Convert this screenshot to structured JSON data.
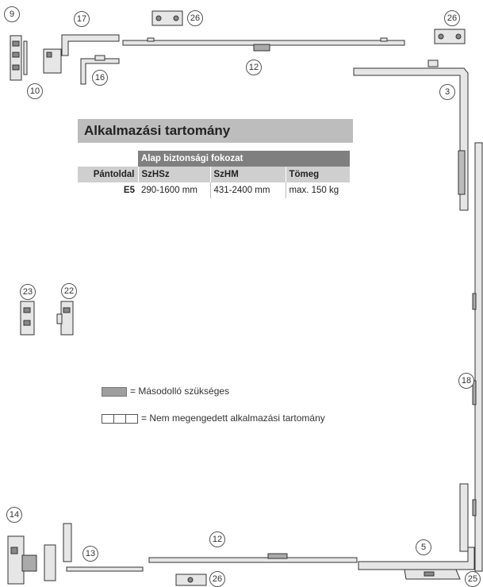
{
  "heading": "Alkalmazási tartomány",
  "table": {
    "group_header": "Alap biztonsági fokozat",
    "row_header": "Pántoldal",
    "columns": [
      "SzHSz",
      "SzHM",
      "Tömeg"
    ],
    "rows": [
      {
        "label": "E5",
        "values": [
          "290-1600 mm",
          "431-2400 mm",
          "max. 150 kg"
        ]
      }
    ]
  },
  "legend": [
    {
      "swatch": "grey",
      "text": "= Másodolló szükséges"
    },
    {
      "swatch": "grid",
      "text": "= Nem megengedett alkalmazási tartomány"
    }
  ],
  "callouts": [
    "9",
    "10",
    "17",
    "16",
    "26",
    "12",
    "26",
    "3",
    "23",
    "22",
    "18",
    "14",
    "13",
    "12",
    "5",
    "26",
    "25"
  ],
  "colors": {
    "title_bar": "#bdbdbd",
    "group_header": "#7f7f7f",
    "column_header": "#cfcfcf",
    "swatch_grey": "#9e9e9e"
  }
}
